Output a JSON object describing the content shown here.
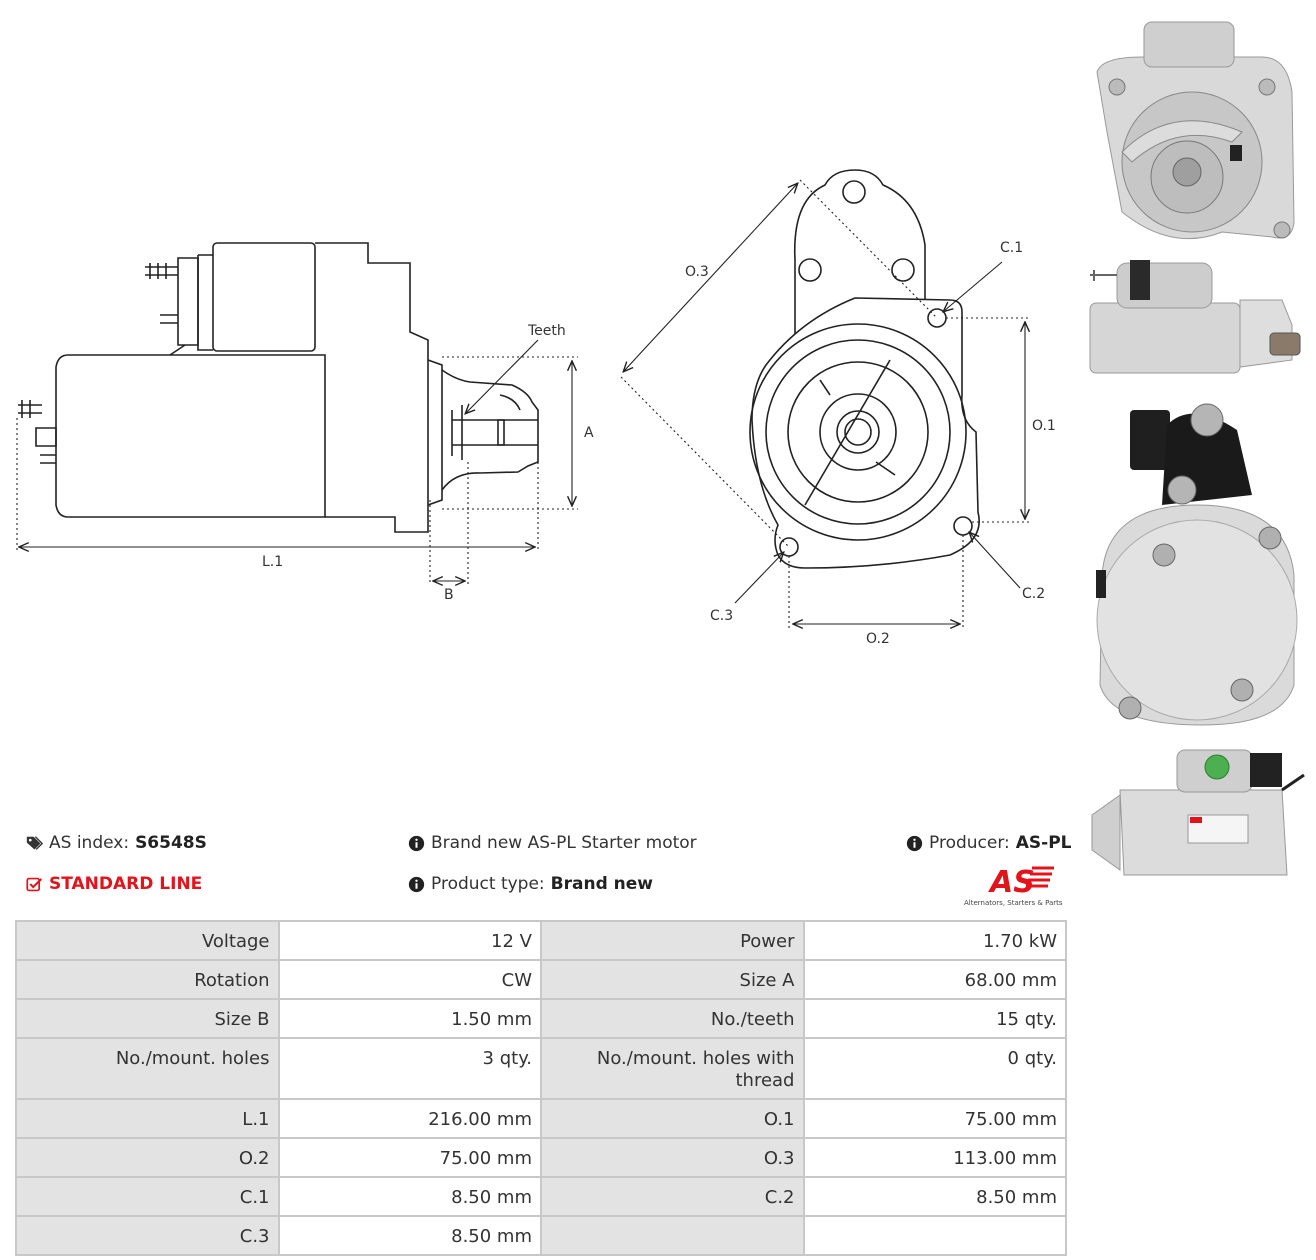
{
  "drawing": {
    "labels": {
      "teeth": "Teeth",
      "a": "A",
      "l1": "L.1",
      "b": "B",
      "o3": "O.3",
      "c1": "C.1",
      "o1": "O.1",
      "c2": "C.2",
      "c3": "C.3",
      "o2": "O.2"
    }
  },
  "header": {
    "as_index_label": "AS index:",
    "as_index_value": "S6548S",
    "line_label": "STANDARD LINE",
    "description": "Brand new AS-PL Starter motor",
    "product_type_label": "Product type:",
    "product_type_value": "Brand new",
    "producer_label": "Producer:",
    "producer_value": "AS-PL",
    "logo_text": "AS",
    "logo_tagline": "Alternators, Starters & Parts"
  },
  "icons": {
    "tag": "tags-icon",
    "check": "check-square-icon",
    "info": "info-circle-icon"
  },
  "colors": {
    "accent_red": "#e3131b",
    "label_cell_bg": "#e3e3e3",
    "border_gray": "#c8c8c8"
  },
  "specs": [
    {
      "l1": "Voltage",
      "v1": "12 V",
      "l2": "Power",
      "v2": "1.70 kW"
    },
    {
      "l1": "Rotation",
      "v1": "CW",
      "l2": "Size A",
      "v2": "68.00 mm"
    },
    {
      "l1": "Size B",
      "v1": "1.50 mm",
      "l2": "No./teeth",
      "v2": "15 qty."
    },
    {
      "l1": "No./mount. holes",
      "v1": "3 qty.",
      "l2": "No./mount. holes with thread",
      "v2": "0 qty."
    },
    {
      "l1": "L.1",
      "v1": "216.00 mm",
      "l2": "O.1",
      "v2": "75.00 mm"
    },
    {
      "l1": "O.2",
      "v1": "75.00 mm",
      "l2": "O.3",
      "v2": "113.00 mm"
    },
    {
      "l1": "C.1",
      "v1": "8.50 mm",
      "l2": "C.2",
      "v2": "8.50 mm"
    },
    {
      "l1": "C.3",
      "v1": "8.50 mm",
      "l2": "",
      "v2": ""
    }
  ]
}
